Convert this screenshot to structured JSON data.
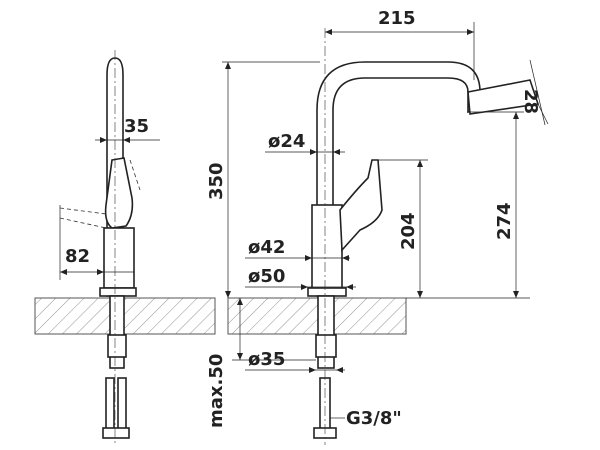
{
  "dimensions": {
    "projection": "215",
    "spout_height": "28",
    "base_diameter": "ø24",
    "side_width": "35",
    "total_height": "350",
    "lever_height": "204",
    "outlet_height": "274",
    "hole_diameter": "ø42",
    "lever_reach": "82",
    "flange_diameter": "ø50",
    "max_counter_thickness": "max.50",
    "connector_diameter": "ø35",
    "thread": "G3/8\""
  }
}
